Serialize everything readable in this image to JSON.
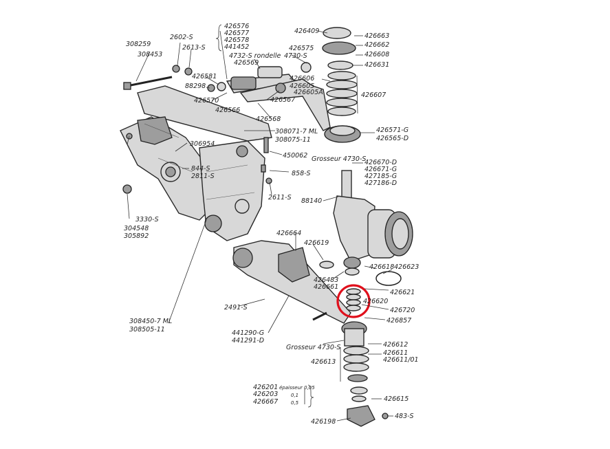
{
  "labels": [
    {
      "id": "l01",
      "text": "308259"
    },
    {
      "id": "l02",
      "text": "308453"
    },
    {
      "id": "l03",
      "text": "2602-S"
    },
    {
      "id": "l04",
      "text": "2613-S"
    },
    {
      "id": "l05",
      "text": "426576"
    },
    {
      "id": "l06",
      "text": "426577"
    },
    {
      "id": "l07",
      "text": "426578"
    },
    {
      "id": "l08",
      "text": "441452"
    },
    {
      "id": "l09",
      "text": "4732-S rondelle"
    },
    {
      "id": "l10",
      "text": "426575"
    },
    {
      "id": "l11",
      "text": "4730-S"
    },
    {
      "id": "l12",
      "text": "426569"
    },
    {
      "id": "l13",
      "text": "426581"
    },
    {
      "id": "l14",
      "text": "88298"
    },
    {
      "id": "l15",
      "text": "426570"
    },
    {
      "id": "l16",
      "text": "426566"
    },
    {
      "id": "l17",
      "text": "426567"
    },
    {
      "id": "l18",
      "text": "426568"
    },
    {
      "id": "l19",
      "text": "426606"
    },
    {
      "id": "l20",
      "text": "426605"
    },
    {
      "id": "l21",
      "text": "426605A"
    },
    {
      "id": "l22",
      "text": "426409"
    },
    {
      "id": "l23",
      "text": "426663"
    },
    {
      "id": "l24",
      "text": "426662"
    },
    {
      "id": "l25",
      "text": "426608"
    },
    {
      "id": "l26",
      "text": "426631"
    },
    {
      "id": "l27",
      "text": "426607"
    },
    {
      "id": "l28",
      "text": "308071-7 ML"
    },
    {
      "id": "l29",
      "text": "308075-11"
    },
    {
      "id": "l30",
      "text": "426571-G"
    },
    {
      "id": "l31",
      "text": "426565-D"
    },
    {
      "id": "l32",
      "text": "306954"
    },
    {
      "id": "l33",
      "text": "450062"
    },
    {
      "id": "l34",
      "text": "Grosseur 4730-S"
    },
    {
      "id": "l35",
      "text": "426670-D"
    },
    {
      "id": "l36",
      "text": "426671-G"
    },
    {
      "id": "l37",
      "text": "427185-G"
    },
    {
      "id": "l38",
      "text": "427186-D"
    },
    {
      "id": "l39",
      "text": "844-S"
    },
    {
      "id": "l40",
      "text": "2811-S"
    },
    {
      "id": "l41",
      "text": "858-S"
    },
    {
      "id": "l42",
      "text": "2611-S"
    },
    {
      "id": "l43",
      "text": "88140"
    },
    {
      "id": "l44",
      "text": "3330-S"
    },
    {
      "id": "l45",
      "text": "304548"
    },
    {
      "id": "l46",
      "text": "305892"
    },
    {
      "id": "l47",
      "text": "426664"
    },
    {
      "id": "l48",
      "text": "426619"
    },
    {
      "id": "l49",
      "text": "426618"
    },
    {
      "id": "l50",
      "text": "426623"
    },
    {
      "id": "l51",
      "text": "426483"
    },
    {
      "id": "l52",
      "text": "426661"
    },
    {
      "id": "l53",
      "text": "426621"
    },
    {
      "id": "l54",
      "text": "426620"
    },
    {
      "id": "l55",
      "text": "426720"
    },
    {
      "id": "l56",
      "text": "2491-S"
    },
    {
      "id": "l57",
      "text": "426857"
    },
    {
      "id": "l58",
      "text": "308450-7 ML"
    },
    {
      "id": "l59",
      "text": "308505-11"
    },
    {
      "id": "l60",
      "text": "441290-G"
    },
    {
      "id": "l61",
      "text": "441291-D"
    },
    {
      "id": "l62",
      "text": "Grosseur 4730-S"
    },
    {
      "id": "l63",
      "text": "426612"
    },
    {
      "id": "l64",
      "text": "426611"
    },
    {
      "id": "l65",
      "text": "426611/01"
    },
    {
      "id": "l66",
      "text": "426613"
    },
    {
      "id": "l67",
      "text": "426201"
    },
    {
      "id": "l68",
      "text": "426203"
    },
    {
      "id": "l69",
      "text": "426667"
    },
    {
      "id": "l70",
      "text": "épaisseur 0,05"
    },
    {
      "id": "l71",
      "text": "0,1"
    },
    {
      "id": "l72",
      "text": "0,5"
    },
    {
      "id": "l73",
      "text": "426615"
    },
    {
      "id": "l74",
      "text": "426198"
    },
    {
      "id": "l75",
      "text": "483-S"
    }
  ],
  "highlight": {
    "color": "#e0101c",
    "target": "426620 spring assembly"
  },
  "colors": {
    "ink": "#2a2a2a",
    "paper": "#ffffff"
  }
}
